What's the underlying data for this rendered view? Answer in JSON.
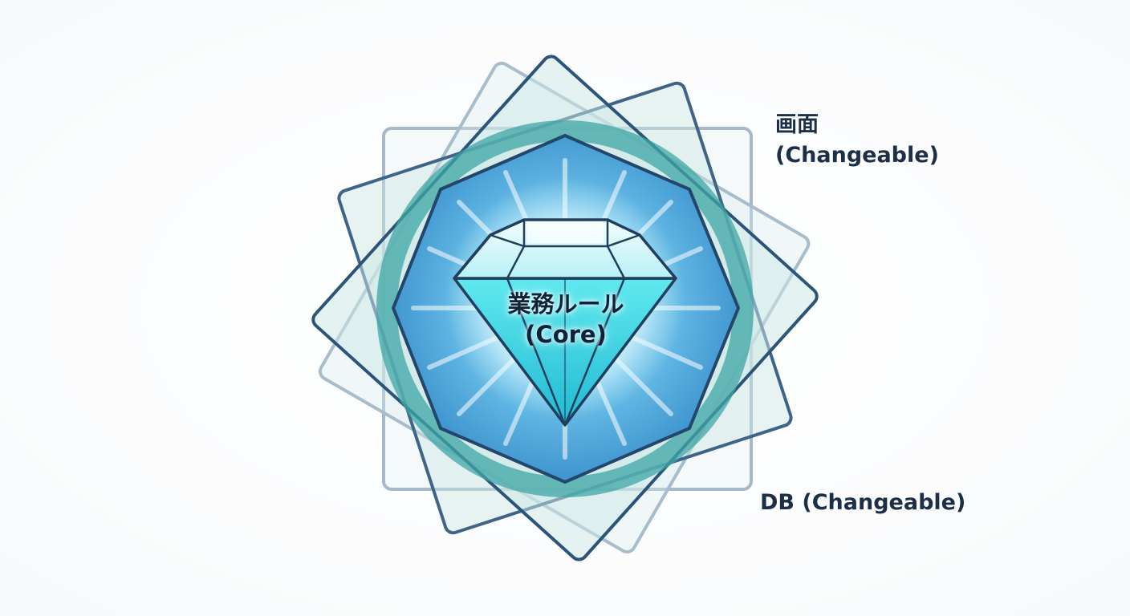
{
  "core": {
    "title": "業務ルール",
    "subtitle": "(Core)",
    "icon": "diamond-icon"
  },
  "layers": {
    "screen": {
      "title": "画面",
      "subtitle": "(Changeable)"
    },
    "db": {
      "label": "DB (Changeable)"
    }
  },
  "colors": {
    "outline": "#2b5478",
    "layer_fill": "#cfe9e7",
    "ring": "#3fa6a6",
    "octagon_fill": "#3f9bd3",
    "gem": "#3fdbe3",
    "text": "#1c2f47"
  }
}
